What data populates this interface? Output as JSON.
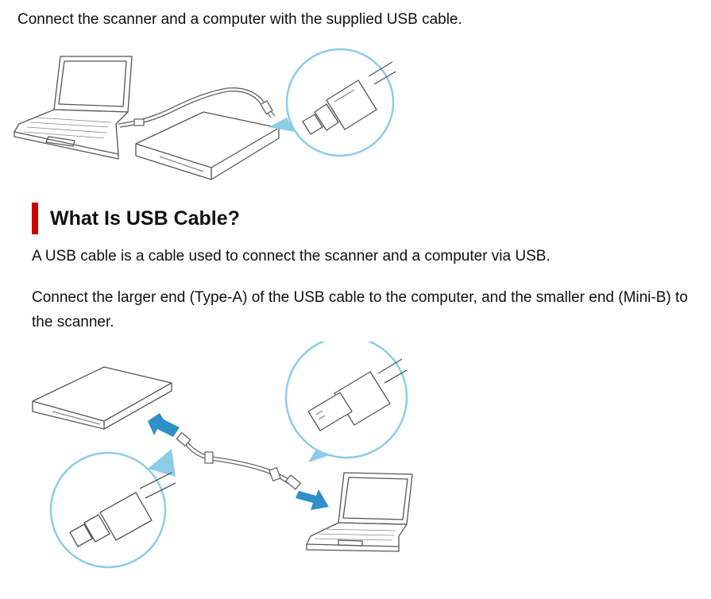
{
  "intro": "Connect the scanner and a computer with the supplied USB cable.",
  "section": {
    "heading": "What Is USB Cable?",
    "paragraph1": "A USB cable is a cable used to connect the scanner and a computer via USB.",
    "paragraph2": "Connect the larger end (Type-A) of the USB cable to the computer, and the smaller end (Mini-B) to the scanner."
  },
  "colors": {
    "heading_bar": "#cc0000",
    "callout_circle": "#8ccde6",
    "arrow": "#2f8fc8"
  }
}
